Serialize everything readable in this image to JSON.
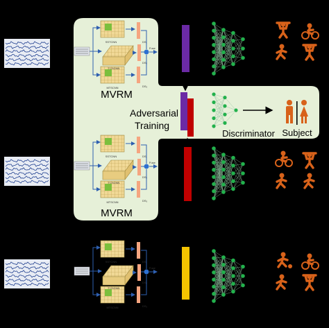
{
  "colors": {
    "background": "#000000",
    "panel": "#e6f0d8",
    "signal_box": "#e8ecf4",
    "signal_line": "#1f3f8f",
    "arrow": "#2e5fb0",
    "green_cell": "#7bbf3c",
    "cube": "#f0d896",
    "orange_bar": "#f5a580",
    "node_green": "#22b14c",
    "mesh_line": "#8fbfa0",
    "purple_bar": "#6b2aa5",
    "red_bar": "#c00000",
    "yellow_bar": "#f5c400",
    "figure_orange": "#d8621a"
  },
  "labels": {
    "mvrm_top": "MVRM",
    "mvrm_bottom": "MVRM",
    "adversarial_line1": "Adversarial",
    "adversarial_line2": "Training",
    "discriminator": "Discriminator",
    "subject": "Subject",
    "sstcnn": "SSTCNN",
    "tcscnn": "TCSCNN",
    "mtscnn": "MTSCNN",
    "fuse": "Fuse",
    "ds1": "DS₁",
    "ds2": "DS₂",
    "ds3": "DS₃"
  },
  "icons": {
    "activity_top": [
      "weightlifting-icon",
      "cycling-icon",
      "running-icon",
      "weightlifting-icon"
    ],
    "activity_mid": [
      "cycling-icon",
      "dumbbell-icon",
      "running-icon",
      "jumping-icon"
    ],
    "activity_bot": [
      "ball-kicking-icon",
      "cycling-icon",
      "running-icon",
      "weightlifting-icon"
    ],
    "subject": "male-female-icon"
  }
}
